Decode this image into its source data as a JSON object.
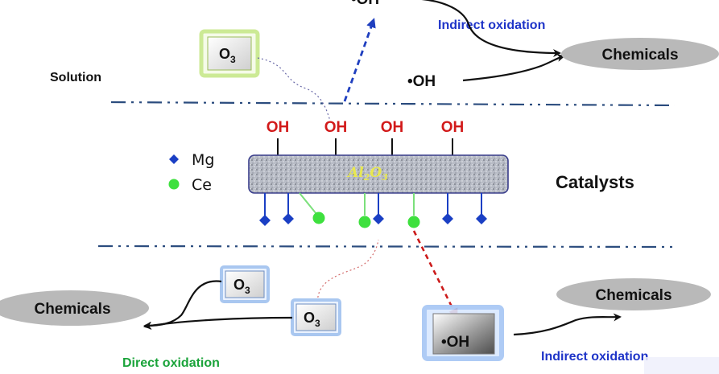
{
  "labels": {
    "solution": "Solution",
    "catalysts": "Catalysts",
    "direct_oxidation": "Direct oxidation",
    "indirect_oxidation_top": "Indirect oxidation",
    "indirect_oxidation_bottom": "Indirect oxidation"
  },
  "species": {
    "hydroxyl_radical": "•OH",
    "ozone_main": "O",
    "ozone_sub": "3",
    "hydroxyl_group": "OH",
    "chemicals": "Chemicals"
  },
  "legend": [
    {
      "symbol": "diamond",
      "label": "Mg",
      "color": "#1a3fc4"
    },
    {
      "symbol": "circle",
      "label": "Ce",
      "color": "#3ee03e"
    }
  ],
  "support": {
    "formula_main": "Al",
    "formula_sub1": "2",
    "formula_mid": "O",
    "formula_sub2": "3"
  },
  "colors": {
    "dashed_blue": "#1f3fbf",
    "dashed_red": "#cc1b1b",
    "oh_red": "#d21a1a",
    "label_blue": "#1e34c8",
    "label_green": "#1aa33a",
    "ellipse_gray": "#b9b9b9",
    "support_yellow": "#e8e850"
  }
}
